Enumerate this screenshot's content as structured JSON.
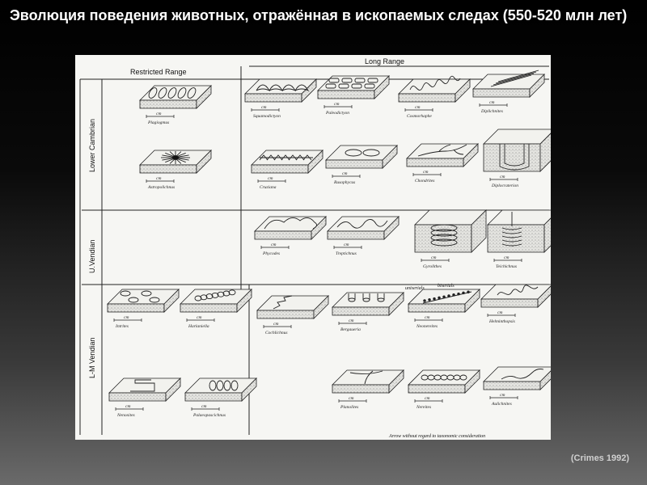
{
  "slide": {
    "title": "Эволюция поведения животных, отражённая в ископаемых следах (550-520 млн лет)",
    "caption": "(Crimes 1992)"
  },
  "figure": {
    "columns": {
      "restricted": "Restricted Range",
      "long": "Long Range"
    },
    "rows": {
      "lower_cambrian": "Lower Cambrian",
      "u_vendian": "U.Vendian",
      "lm_vendian": "L-M Vendian"
    },
    "bottom_note": "Arrow without regard to taxonomic consideration",
    "annotations": {
      "a1": "uniserials",
      "a2": "biserials"
    },
    "scale_unit": "cm",
    "traces": {
      "plagiogmus": "Plagiogmus",
      "squamodictyon": "Squamodictyon",
      "paleodictyon": "Paleodictyon",
      "cosmorhaphe": "Cosmorhaphe",
      "diplichnites": "Diplichnites",
      "astropolichnus": "Astropolichnus",
      "cruziana": "Cruziana",
      "rusophycus": "Rusophycus",
      "chondrites": "Chondrites",
      "diplocraterion": "Diplocraterion",
      "phycodes": "Phycodes",
      "treptichnus": "Treptichnus",
      "gyrolithes": "Gyrolithes",
      "teichichnus": "Teichichnus",
      "intrites": "Intrites",
      "harlaniella": "Harlaniella",
      "cochlichnus": "Cochlichnus",
      "bergaueria": "Bergaueria",
      "neonereites": "Neonereites",
      "helminthopsis": "Helminthopsis",
      "nenoxites": "Nenoxites",
      "palaeopascichnus": "Palaeopascichnus",
      "planolites": "Planolites",
      "nereites": "Nereites",
      "aulichnites": "Aulichnites"
    }
  }
}
